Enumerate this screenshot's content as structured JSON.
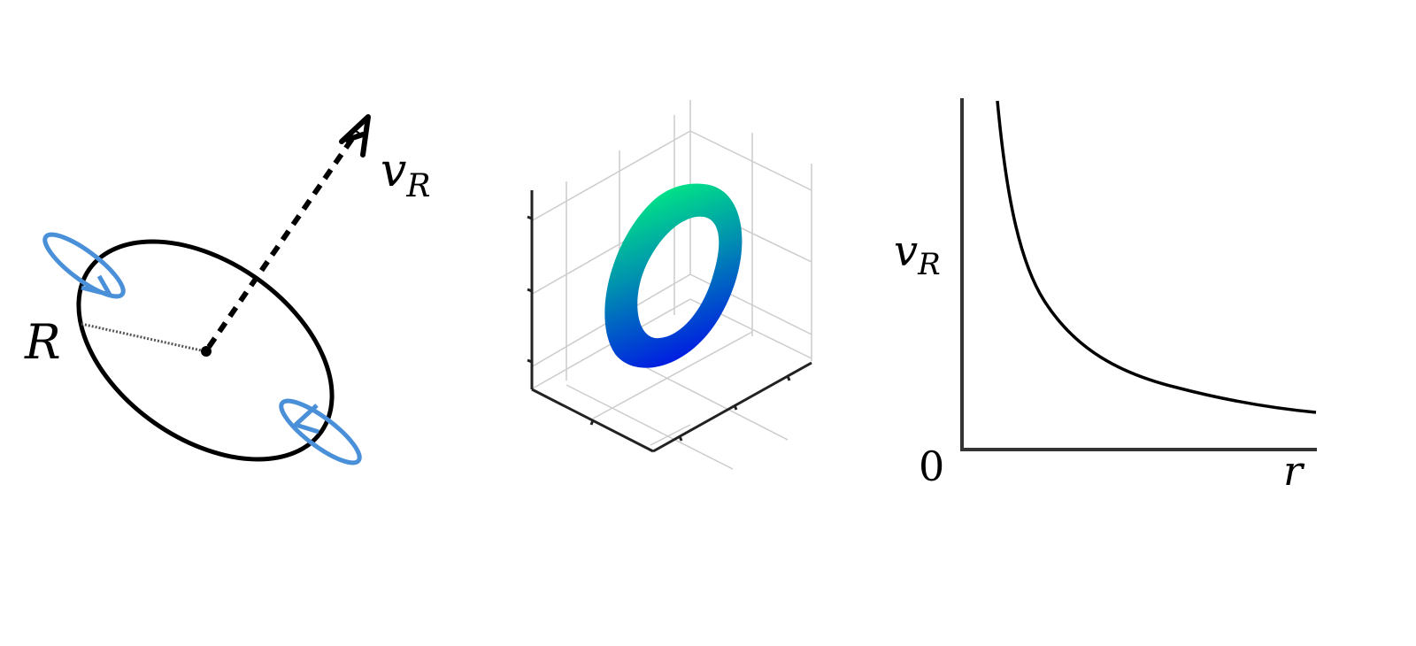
{
  "panels": {
    "vortex_ring": {
      "radius_label": "R",
      "velocity_label": "v",
      "velocity_subscript": "R",
      "ring_color": "#000000",
      "circulation_color": "#4a90d9"
    },
    "torus_3d": {
      "gradient_top": "#00f080",
      "gradient_bottom": "#0010e8",
      "grid_color": "#cccccc",
      "axis_color": "#222222"
    },
    "velocity_plot": {
      "ylabel": "v",
      "ylabel_subscript": "R",
      "xlabel": "r",
      "origin_label": "0"
    }
  },
  "chart_data": {
    "type": "line",
    "title": "",
    "xlabel": "r",
    "ylabel": "v_R",
    "origin_label": "0",
    "grid": false,
    "legend": null,
    "series": [
      {
        "name": "v_R(r)",
        "description": "monotonically decreasing, ~1/r shaped curve",
        "x": [
          0.1,
          0.15,
          0.2,
          0.3,
          0.4,
          0.5,
          0.6,
          0.8,
          1.0
        ],
        "y": [
          1.0,
          0.66,
          0.5,
          0.33,
          0.25,
          0.2,
          0.17,
          0.13,
          0.1
        ]
      }
    ],
    "xlim": [
      0,
      1
    ],
    "ylim": [
      0,
      1
    ]
  }
}
